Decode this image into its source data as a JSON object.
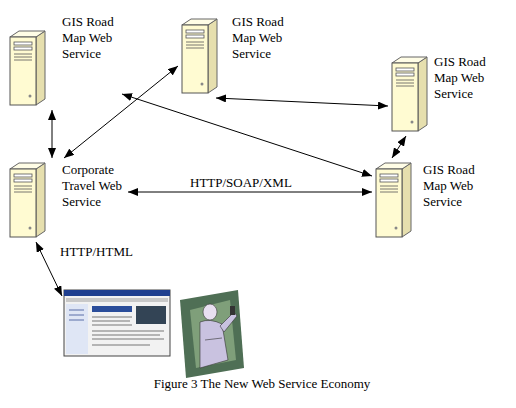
{
  "diagram": {
    "caption": "Figure 3 The New Web Service Economy",
    "nodes": [
      {
        "text": [
          "GIS Road Map Web Service"
        ]
      },
      {
        "text": [
          "GIS Road Map Web Service"
        ]
      },
      {
        "text": [
          "GIS Road Map Web Service"
        ]
      },
      {
        "text": [
          "Corporate Travel Web Service"
        ]
      },
      {
        "text": [
          "GIS Road Map Web Service"
        ]
      }
    ],
    "edges": [
      {
        "from": 0,
        "to": 3,
        "arrow": "both"
      },
      {
        "from": 1,
        "to": 3,
        "arrow": "both"
      },
      {
        "from": 0,
        "to": 4,
        "arrow": "both"
      },
      {
        "from": 1,
        "to": 2,
        "arrow": "both"
      },
      {
        "from": 2,
        "to": 4,
        "arrow": "both"
      },
      {
        "from": 3,
        "to": 4,
        "label": "HTTP/SOAP/XML",
        "arrow": "both"
      }
    ],
    "labels": [
      "HTTP/HTML"
    ]
  }
}
